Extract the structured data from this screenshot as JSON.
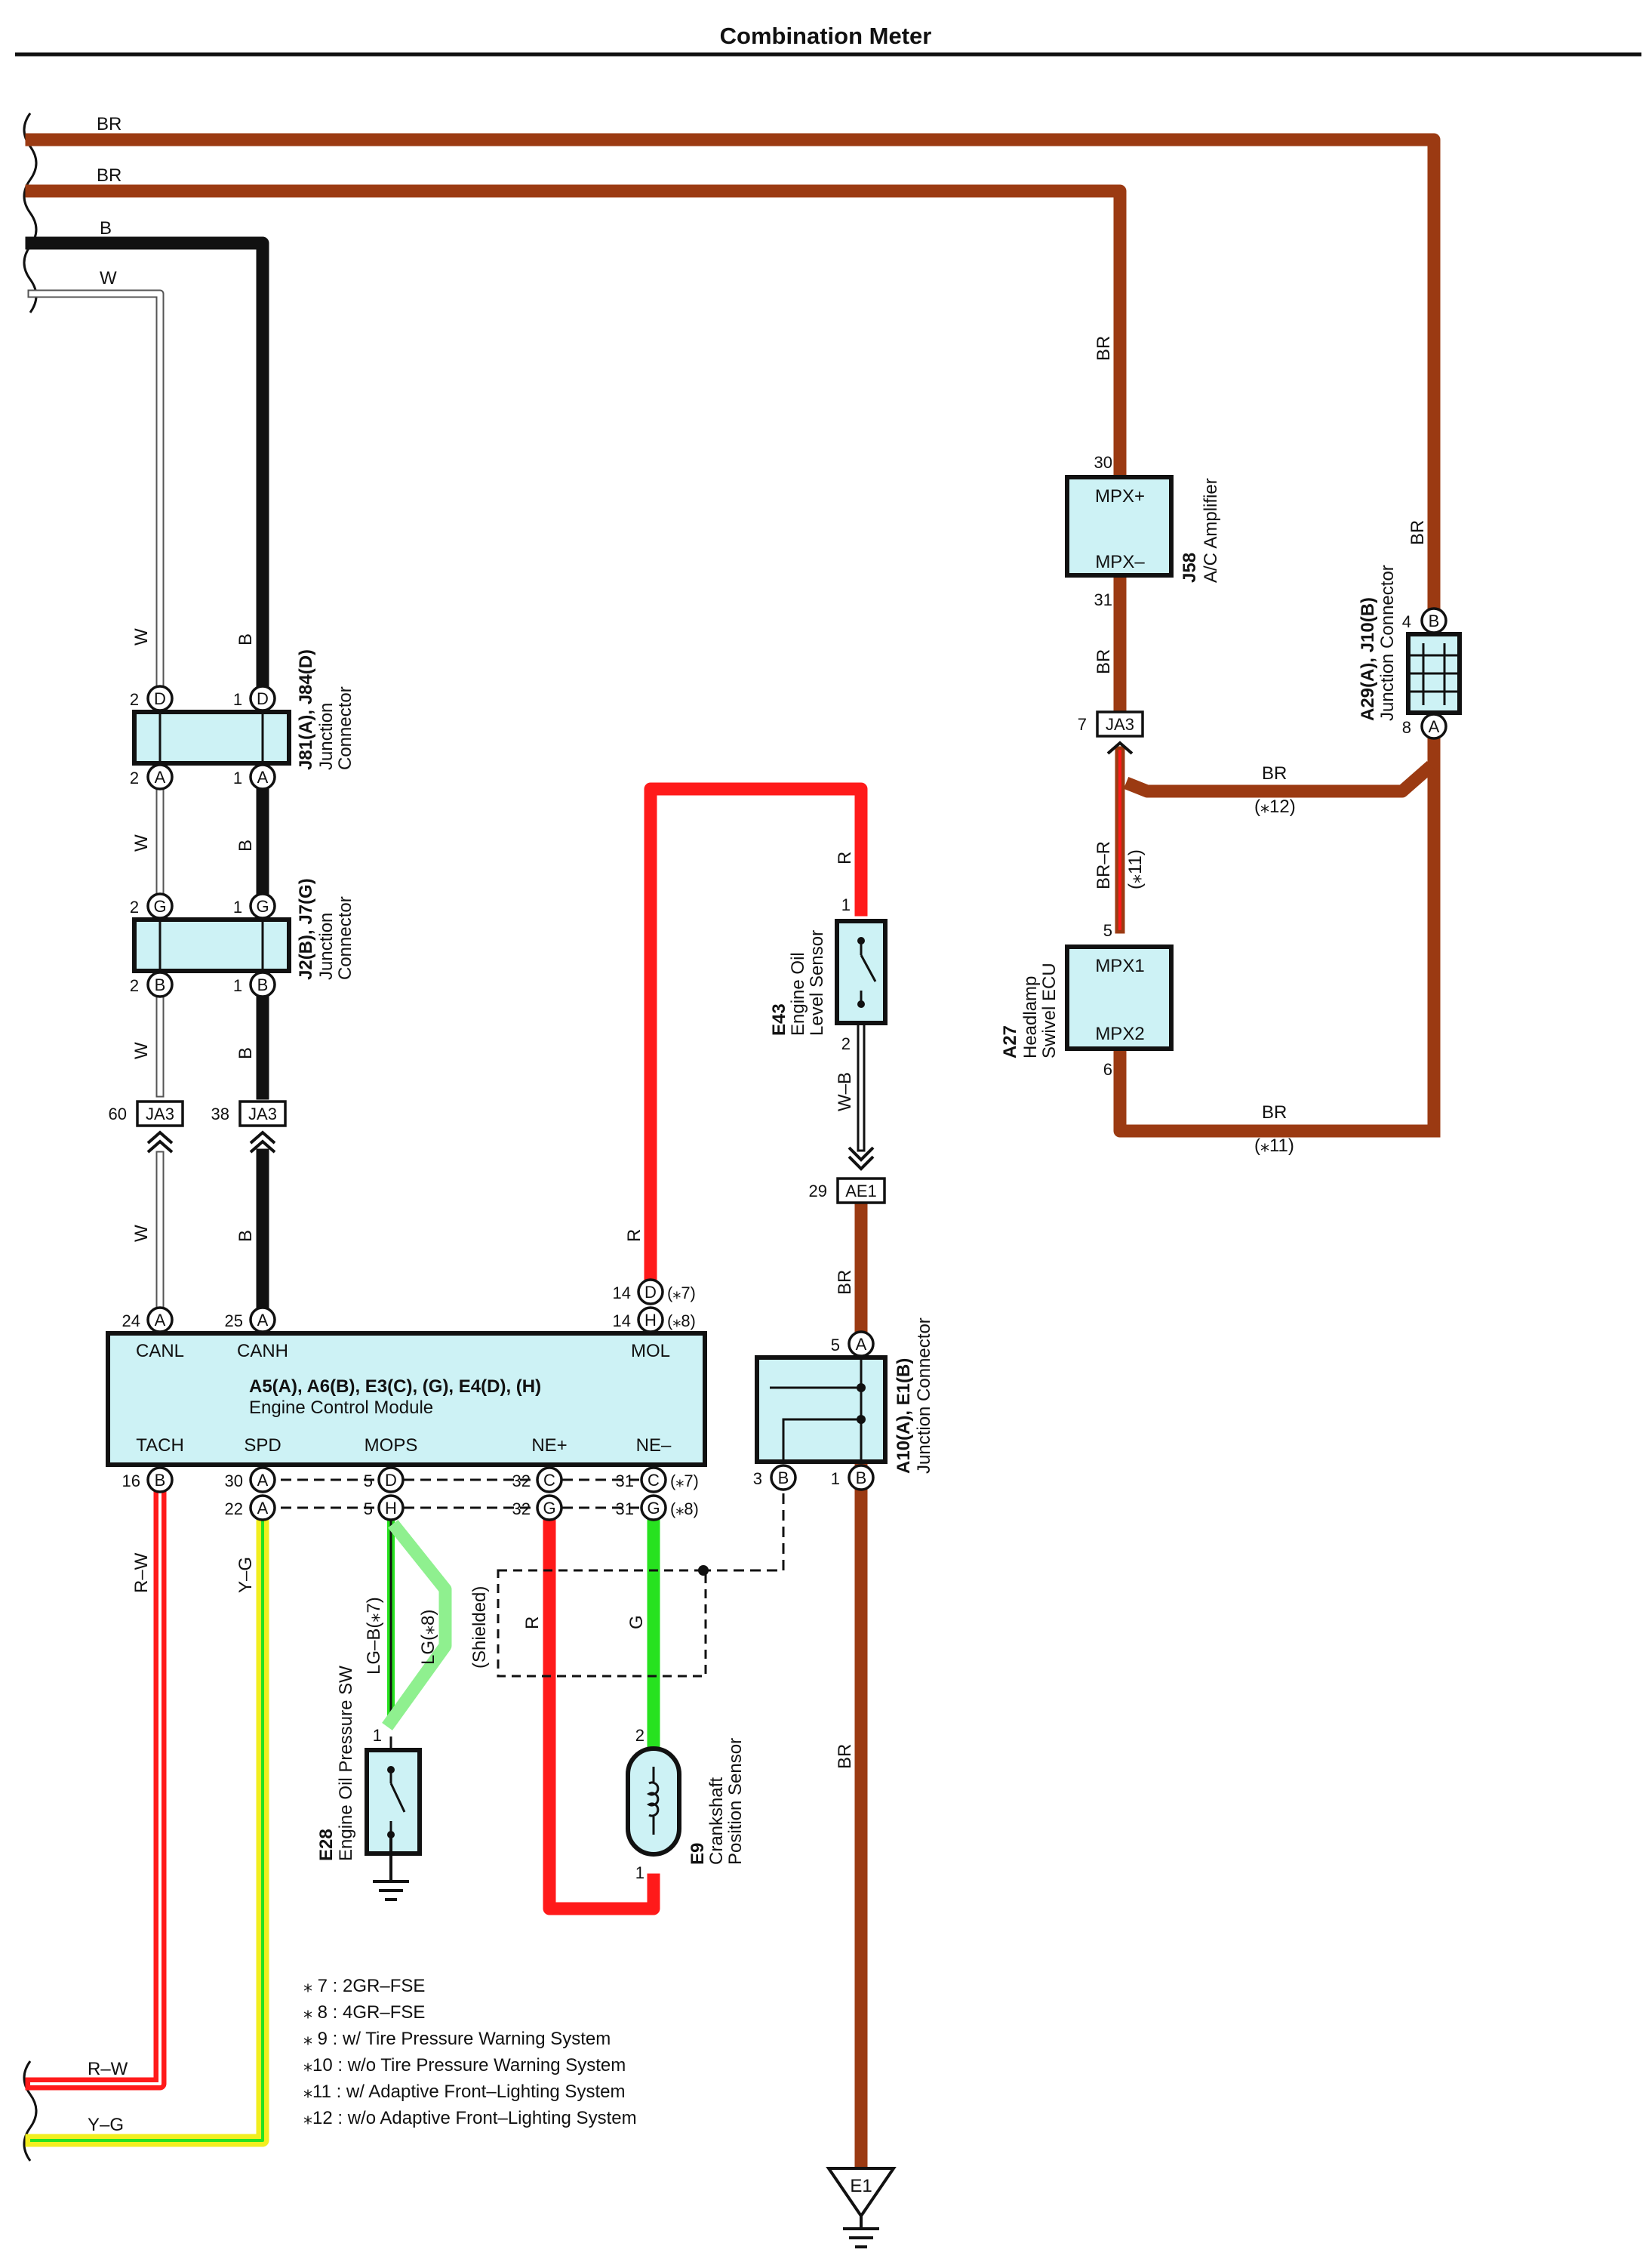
{
  "title": "Combination Meter",
  "colors": {
    "BR": "#9b3a12",
    "B": "#111111",
    "W": "#ffffff",
    "R": "#ff1a1a",
    "G": "#27e21f",
    "LG": "#8ff08f",
    "Y": "#f2ee1f",
    "component_fill": "#cdf2f5"
  },
  "wire_labels": {
    "br_1": "BR",
    "br_2": "BR",
    "b": "B",
    "w": "W",
    "w_v1": "W",
    "b_v1": "B",
    "w_v2": "W",
    "b_v2": "B",
    "w_v3": "W",
    "b_v3": "B",
    "w_v4": "W",
    "b_v4": "B",
    "br_j58_top": "BR",
    "br_j58_bot": "BR",
    "br_a29_top": "BR",
    "br_12": "BR",
    "br_12_note": "(⁎12)",
    "br_r": "BR–R",
    "br_r_note": "(⁎11)",
    "br_11": "BR",
    "br_11_note": "(⁎11)",
    "r_top": "R",
    "r_mol": "R",
    "wb": "W–B",
    "br_ae1": "BR",
    "br_gnd": "BR",
    "rw_v": "R–W",
    "yg_v": "Y–G",
    "lgb": "LG–B(⁎7)",
    "lg": "LG(⁎8)",
    "shielded": "(Shielded)",
    "r_crank": "R",
    "g_crank": "G",
    "rw_bottom": "R–W",
    "yg_bottom": "Y–G"
  },
  "components": {
    "j81": {
      "code": "J81(A), J84(D)",
      "name_1": "Junction",
      "name_2": "Connector",
      "p_w_top": "2",
      "p_b_top": "1",
      "p_w_bot": "2",
      "p_b_bot": "1",
      "c_w_top": "D",
      "c_b_top": "D",
      "c_w_bot": "A",
      "c_b_bot": "A"
    },
    "j2": {
      "code": "J2(B), J7(G)",
      "name_1": "Junction",
      "name_2": "Connector",
      "p_w_top": "2",
      "p_b_top": "1",
      "p_w_bot": "2",
      "p_b_bot": "1",
      "c_w_top": "G",
      "c_b_top": "G",
      "c_w_bot": "B",
      "c_b_bot": "B"
    },
    "ja3_w": {
      "tag": "JA3",
      "pin": "60"
    },
    "ja3_b": {
      "tag": "JA3",
      "pin": "38"
    },
    "ja3_top": {
      "tag": "JA3",
      "pin": "7"
    },
    "ae1": {
      "tag": "AE1",
      "pin": "29"
    },
    "j58": {
      "code": "J58",
      "name": "A/C Amplifier",
      "t1": "MPX+",
      "t2": "MPX–",
      "p1": "30",
      "p2": "31"
    },
    "a27": {
      "code": "A27",
      "name_1": "Headlamp",
      "name_2": "Swivel ECU",
      "t1": "MPX1",
      "t2": "MPX2",
      "p1": "5",
      "p2": "6"
    },
    "a29": {
      "code": "A29(A), J10(B)",
      "name": "Junction Connector",
      "p1": "4",
      "p2": "8",
      "c1": "B",
      "c2": "A"
    },
    "e43": {
      "code": "E43",
      "name_1": "Engine Oil",
      "name_2": "Level Sensor",
      "p1": "1",
      "p2": "2"
    },
    "ecm": {
      "code": "A5(A), A6(B), E3(C), (G), E4(D), (H)",
      "name": "Engine Control Module",
      "t_canl": "CANL",
      "t_canh": "CANH",
      "t_mol": "MOL",
      "t_tach": "TACH",
      "t_spd": "SPD",
      "t_mops": "MOPS",
      "t_nep": "NE+",
      "t_nem": "NE–",
      "p_canl": "24",
      "c_canl": "A",
      "p_canh": "25",
      "c_canh": "A",
      "p_mol1": "14",
      "c_mol1": "D",
      "n_mol1": "(⁎7)",
      "p_mol2": "14",
      "c_mol2": "H",
      "n_mol2": "(⁎8)",
      "p_tach": "16",
      "c_tach": "B",
      "p_spd1": "30",
      "c_spd1": "A",
      "p_spd2": "22",
      "c_spd2": "A",
      "p_mops1": "5",
      "c_mops1": "D",
      "p_mops2": "5",
      "c_mops2": "H",
      "p_nep1": "32",
      "c_nep1": "C",
      "p_nep2": "32",
      "c_nep2": "G",
      "p_nem1": "31",
      "c_nem1": "C",
      "n_nem1": "(⁎7)",
      "p_nem2": "31",
      "c_nem2": "G",
      "n_nem2": "(⁎8)"
    },
    "a10": {
      "code": "A10(A), E1(B)",
      "name": "Junction Connector",
      "p_top": "5",
      "c_top": "A",
      "p_bl": "3",
      "c_bl": "B",
      "p_br": "1",
      "c_br": "B"
    },
    "e28": {
      "code": "E28",
      "name": "Engine Oil Pressure SW",
      "p1": "1"
    },
    "e9": {
      "code": "E9",
      "name_1": "Crankshaft",
      "name_2": "Position Sensor",
      "p1": "2",
      "p2": "1"
    },
    "e1_ground": {
      "label": "E1"
    }
  },
  "notes": [
    "⁎ 7 : 2GR–FSE",
    "⁎ 8 : 4GR–FSE",
    "⁎ 9 : w/ Tire Pressure Warning System",
    "⁎10 : w/o Tire Pressure Warning System",
    "⁎11 : w/ Adaptive Front–Lighting System",
    "⁎12 : w/o Adaptive Front–Lighting System"
  ]
}
